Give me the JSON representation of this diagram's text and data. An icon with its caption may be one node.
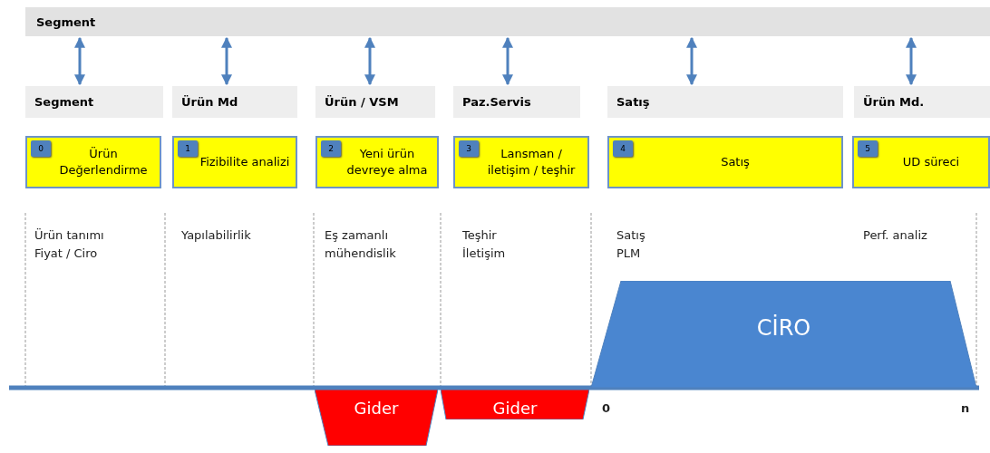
{
  "diagram": {
    "nodes": [
      {
        "text": [
          "Segment"
        ]
      },
      {
        "text": [
          "Segment"
        ]
      },
      {
        "text": [
          "Ürün Md"
        ]
      },
      {
        "text": [
          "Ürün / VSM"
        ]
      },
      {
        "text": [
          "Paz.Servis"
        ]
      },
      {
        "text": [
          "Satış"
        ]
      },
      {
        "text": [
          "Ürün Md."
        ]
      },
      {
        "text": [
          "0",
          "Ürün Değerlendirme"
        ]
      },
      {
        "text": [
          "1",
          "Fizibilite analizi"
        ]
      },
      {
        "text": [
          "2",
          "Yeni ürün devreye alma"
        ]
      },
      {
        "text": [
          "3",
          "Lansman / iletişim / teşhir"
        ]
      },
      {
        "text": [
          "4",
          "Satış"
        ]
      },
      {
        "text": [
          "5",
          "UD süreci"
        ]
      },
      {
        "text": [
          "CİRO"
        ]
      },
      {
        "text": [
          "Gider"
        ]
      },
      {
        "text": [
          "Gider"
        ]
      }
    ],
    "edges": [
      {
        "from": 0,
        "to": 1,
        "arrow": "both"
      },
      {
        "from": 0,
        "to": 2,
        "arrow": "both"
      },
      {
        "from": 0,
        "to": 3,
        "arrow": "both"
      },
      {
        "from": 0,
        "to": 4,
        "arrow": "both"
      },
      {
        "from": 0,
        "to": 5,
        "arrow": "both"
      },
      {
        "from": 0,
        "to": 6,
        "arrow": "both"
      }
    ],
    "labels": [
      "Ürün tanımı",
      "Fiyat / Ciro",
      "Yapılabilirlik",
      "Eş zamanlı mühendislik",
      "Teşhir",
      "İletişim",
      "Satış",
      "PLM",
      "Perf. analiz",
      "0",
      "n"
    ]
  }
}
